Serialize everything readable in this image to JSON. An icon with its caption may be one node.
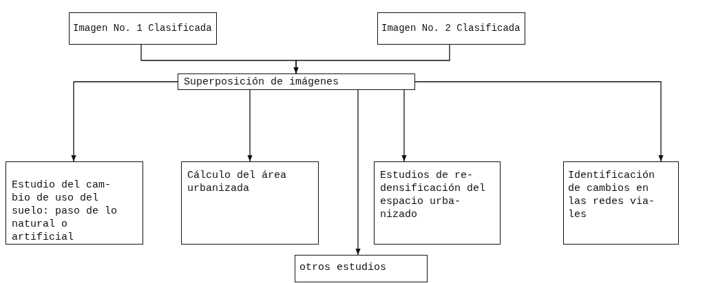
{
  "diagram": {
    "nodes": [
      {
        "text": [
          "Imagen No. 1 Clasificada"
        ]
      },
      {
        "text": [
          "Imagen No. 2 Clasificada"
        ]
      },
      {
        "text": [
          "Superposición de imágenes"
        ]
      },
      {
        "text": [
          "Estudio del cam-bio de uso del suelo: paso de lo natural o artificial"
        ]
      },
      {
        "text": [
          "Cálculo del área urbanizada"
        ]
      },
      {
        "text": [
          "Estudios de re-densificación del espacio urba-nizado"
        ]
      },
      {
        "text": [
          "Identificación de cambios en las redes via-les"
        ]
      },
      {
        "text": [
          "otros estudios"
        ]
      }
    ],
    "edges": [
      {
        "from": 0,
        "to": 2,
        "arrow": "to"
      },
      {
        "from": 1,
        "to": 2,
        "arrow": "to"
      },
      {
        "from": 2,
        "to": 3,
        "arrow": "to"
      },
      {
        "from": 2,
        "to": 4,
        "arrow": "to"
      },
      {
        "from": 2,
        "to": 5,
        "arrow": "to"
      },
      {
        "from": 2,
        "to": 6,
        "arrow": "to"
      },
      {
        "from": 2,
        "to": 7,
        "arrow": "to"
      }
    ]
  }
}
